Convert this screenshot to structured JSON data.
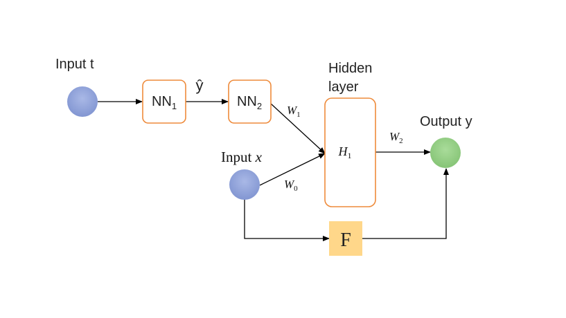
{
  "labels": {
    "input_t": "Input t",
    "input_x_prefix": "Input ",
    "input_x_var": "x",
    "hidden_line1": "Hidden",
    "hidden_line2": "layer",
    "output": "Output y",
    "y_hat": "ŷ"
  },
  "nodes": {
    "nn1_base": "NN",
    "nn1_sub": "1",
    "nn2_base": "NN",
    "nn2_sub": "2",
    "h1_base": "H",
    "h1_sub": "1",
    "f": "F"
  },
  "weights": {
    "w1_base": "W",
    "w1_sub": "1",
    "w0_base": "W",
    "w0_sub": "0",
    "w2_base": "W",
    "w2_sub": "2"
  },
  "colors": {
    "input_node": "#8fa3dc",
    "output_node": "#93cf84",
    "box_border": "#ee8a3a",
    "f_fill": "#ffd78a",
    "arrow": "#000000"
  }
}
